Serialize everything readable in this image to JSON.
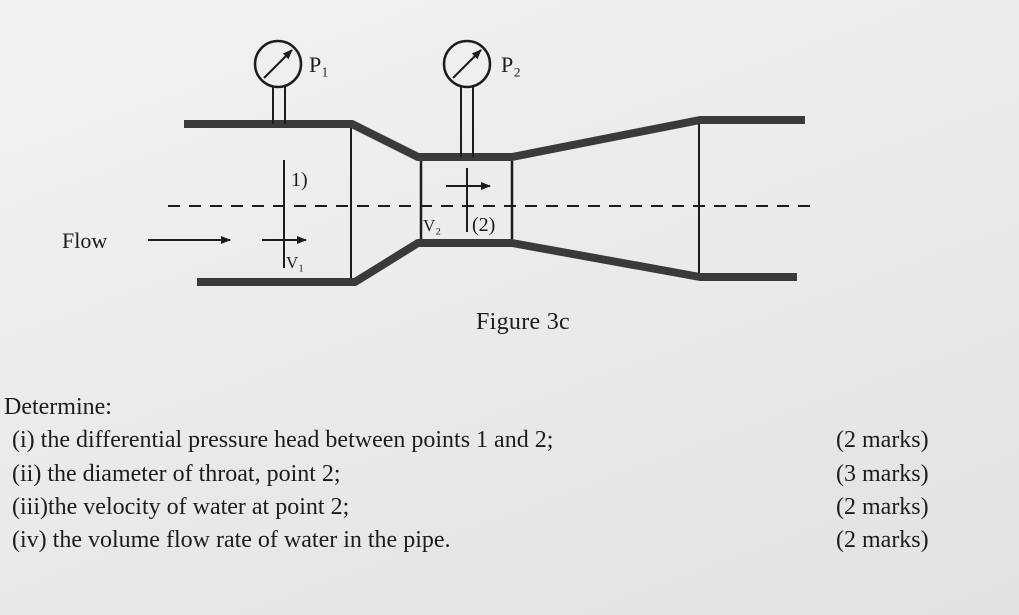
{
  "diagram": {
    "gauge_labels": [
      "P₁",
      "P₂"
    ],
    "flow_label": "Flow",
    "section_labels": [
      "1)",
      "(2)"
    ],
    "velocity_labels": [
      "V₁",
      "V₂"
    ]
  },
  "figure_caption": "Figure 3c",
  "question": {
    "intro": "Determine:",
    "items": [
      {
        "text": "(i)  the differential pressure head between points 1 and 2;",
        "marks": "(2 marks)"
      },
      {
        "text": "(ii) the diameter of throat, point 2;",
        "marks": "(3 marks)"
      },
      {
        "text": "(iii)the velocity of water at point 2;",
        "marks": "(2 marks)"
      },
      {
        "text": "(iv) the volume flow rate of water in the pipe.",
        "marks": "(2 marks)"
      }
    ]
  }
}
